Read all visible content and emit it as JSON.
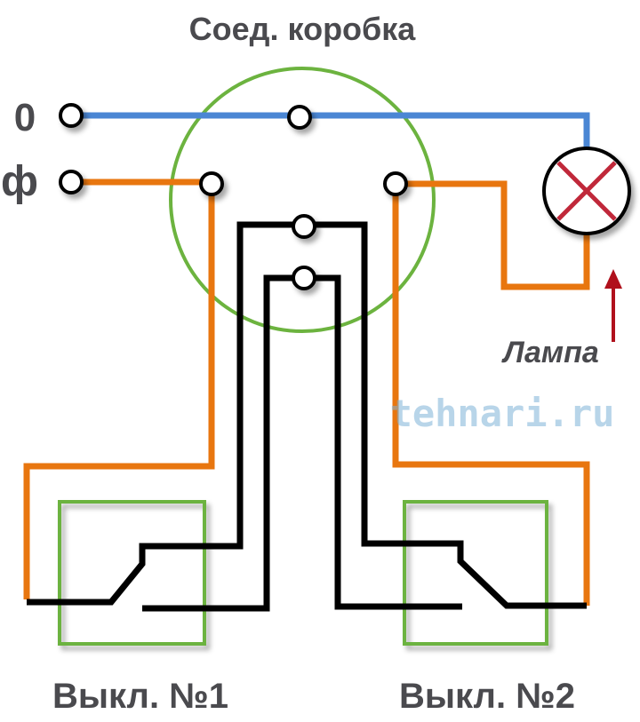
{
  "title": "Соед. коробка",
  "terminals": {
    "neutral": "0",
    "phase": "ф"
  },
  "lamp_label": "Лампа",
  "switches": [
    {
      "label": "Выкл. №1"
    },
    {
      "label": "Выкл. №2"
    }
  ],
  "watermark": "tehnari.ru",
  "colors": {
    "neutral_wire": "#4a86d4",
    "phase_wire": "#e8760f",
    "traveler_wire": "#000000",
    "box": "#6cb33f",
    "lamp_x": "#c0283a",
    "arrow": "#b0101c",
    "text": "#4a4a4e"
  }
}
